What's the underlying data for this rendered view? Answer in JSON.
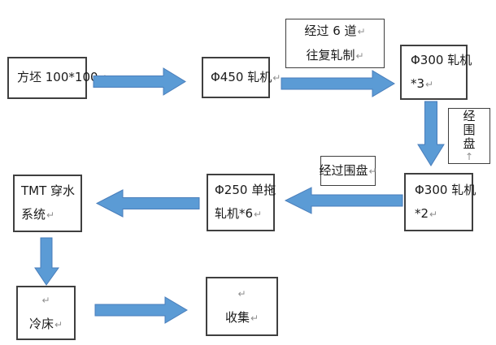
{
  "colors": {
    "background": "#ffffff",
    "arrow_fill": "#5b9bd5",
    "arrow_outline": "#4a7ebb",
    "box_border": "#3f3f3f",
    "text": "#1a1a1a",
    "paragraph_mark": "#8f8f8f"
  },
  "marks": {
    "paragraph": "↵",
    "paragraph_vertical": "↑"
  },
  "nodes": {
    "billet": {
      "text": "方坯 100*100"
    },
    "mill_450": {
      "text": "Φ450 轧机"
    },
    "note_six_passes": {
      "line1": "经过 6 道",
      "line2": "往复轧制"
    },
    "mill_300_x3": {
      "line1": "Φ300 轧机",
      "line2": "*3"
    },
    "note_via_loop_vertical": {
      "char1": "经",
      "char2": "围",
      "char3": "盘"
    },
    "mill_300_x2": {
      "line1": "Φ300 轧机",
      "line2": "*2"
    },
    "note_via_loop": {
      "text": "经过围盘"
    },
    "mill_250": {
      "line1": "Φ250 单拖",
      "line2": "轧机*6"
    },
    "tmt": {
      "line1": "TMT 穿水",
      "line2": "系统"
    },
    "cooling_bed": {
      "text": "冷床"
    },
    "collection": {
      "text": "收集"
    }
  },
  "arrows": [
    {
      "from": "billet",
      "to": "mill_450",
      "direction": "right"
    },
    {
      "from": "mill_450",
      "to": "mill_300_x3",
      "direction": "right",
      "label": "经过 6 道 往复轧制"
    },
    {
      "from": "mill_300_x3",
      "to": "mill_300_x2",
      "direction": "down",
      "label": "经围盘"
    },
    {
      "from": "mill_300_x2",
      "to": "mill_250",
      "direction": "left",
      "label": "经过围盘"
    },
    {
      "from": "mill_250",
      "to": "tmt",
      "direction": "left"
    },
    {
      "from": "tmt",
      "to": "cooling_bed",
      "direction": "down"
    },
    {
      "from": "cooling_bed",
      "to": "collection",
      "direction": "right"
    }
  ]
}
